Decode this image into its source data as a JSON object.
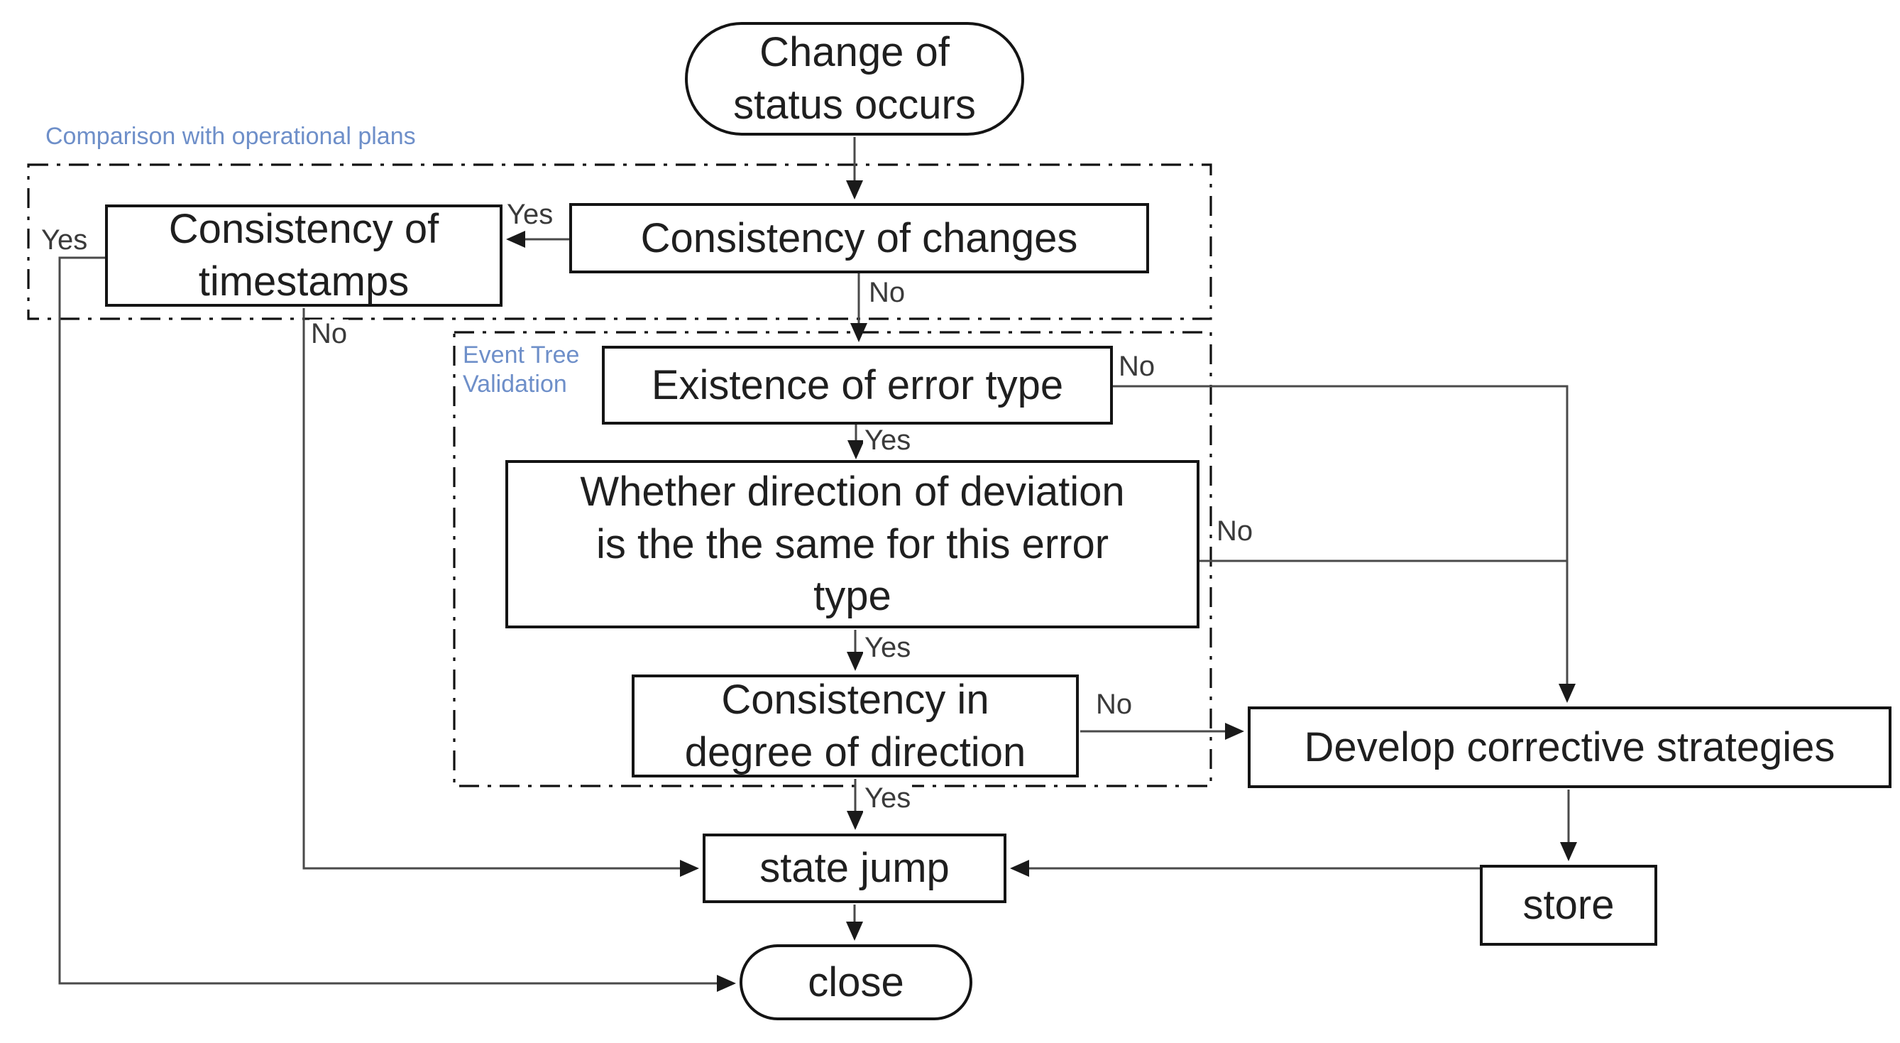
{
  "regions": {
    "comparison": {
      "label": "Comparison with operational plans"
    },
    "event_tree": {
      "label": "Event Tree\nValidation"
    }
  },
  "nodes": {
    "start": {
      "label": "Change of\nstatus occurs",
      "shape": "stadium"
    },
    "changes": {
      "label": "Consistency of changes",
      "shape": "rect"
    },
    "timestamps": {
      "label": "Consistency of\ntimestamps",
      "shape": "rect"
    },
    "existence": {
      "label": "Existence of error type",
      "shape": "rect"
    },
    "whether": {
      "label": "Whether  direction of deviation\nis the the same for this error\ntype",
      "shape": "rect"
    },
    "degree": {
      "label": "Consistency in\ndegree of direction",
      "shape": "rect"
    },
    "develop": {
      "label": "Develop corrective strategies",
      "shape": "rect"
    },
    "store": {
      "label": "store",
      "shape": "rect"
    },
    "state_jump": {
      "label": "state jump",
      "shape": "rect"
    },
    "close": {
      "label": "close",
      "shape": "stadium"
    }
  },
  "edge_labels": {
    "yes_changes_to_timestamps": "Yes",
    "no_changes_to_existence": "No",
    "yes_timestamps_to_close": "Yes",
    "no_timestamps_to_state_jump": "No",
    "no_existence_to_develop": "No",
    "yes_existence_to_whether": "Yes",
    "no_whether_to_develop": "No",
    "yes_whether_to_degree": "Yes",
    "no_degree_to_develop": "No",
    "yes_degree_to_state_jump": "Yes"
  },
  "colors": {
    "line": "#4a4a4a",
    "arrowhead": "#1a1a1a",
    "box_border": "#141414",
    "dash_box": "#111111",
    "node_text": "#1f1f1f",
    "region_label": "#6e8fc9",
    "edge_label": "#3a3a3a",
    "background": "#ffffff"
  }
}
